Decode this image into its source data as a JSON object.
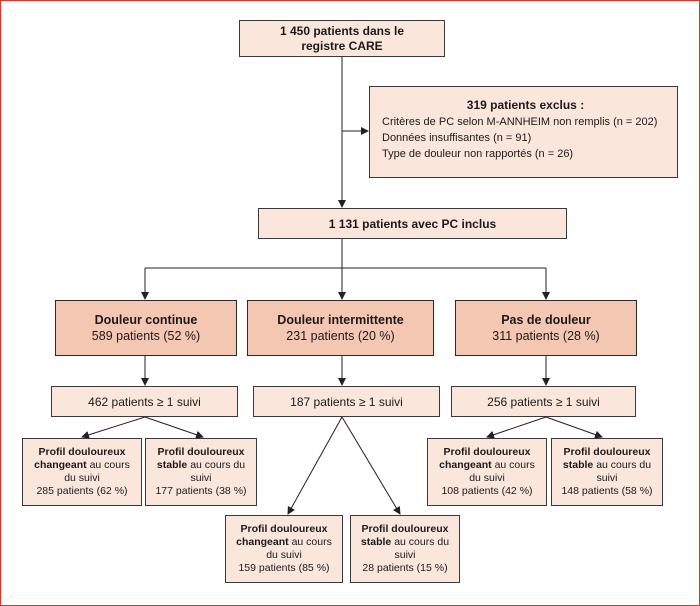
{
  "top": {
    "line1": "1 450 patients dans le",
    "line2": "registre CARE"
  },
  "excluded": {
    "title": "319 patients exclus :",
    "reasons": [
      "Critères de PC selon M-ANNHEIM non remplis (n = 202)",
      "Données insuffisantes (n = 91)",
      "Type de douleur non rapportés (n = 26)"
    ]
  },
  "included": "1 131 patients avec PC inclus",
  "groups": [
    {
      "name": "Douleur continue",
      "count": "589 patients (52 %)",
      "followup": "462 patients ≥ 1 suivi",
      "changing": {
        "bold": "Profil douloureux changeant",
        "rest": "au cours du suivi",
        "count": "285 patients (62 %)"
      },
      "stable": {
        "bold": "Profil douloureux stable",
        "rest": "au cours du suivi",
        "count": "177 patients (38 %)"
      }
    },
    {
      "name": "Douleur intermittente",
      "count": "231 patients (20 %)",
      "followup": "187 patients ≥ 1 suivi",
      "changing": {
        "bold": "Profil douloureux changeant",
        "rest": "au cours du suivi",
        "count": "159 patients (85 %)"
      },
      "stable": {
        "bold": "Profil douloureux stable",
        "rest": "au cours du suivi",
        "count": "28 patients (15 %)"
      }
    },
    {
      "name": "Pas de douleur",
      "count": "311 patients (28 %)",
      "followup": "256 patients ≥ 1 suivi",
      "changing": {
        "bold": "Profil douloureux changeant",
        "rest": "au cours du suivi",
        "count": "108 patients (42 %)"
      },
      "stable": {
        "bold": "Profil douloureux stable",
        "rest": "au cours du suivi",
        "count": "148 patients (58 %)"
      }
    }
  ]
}
